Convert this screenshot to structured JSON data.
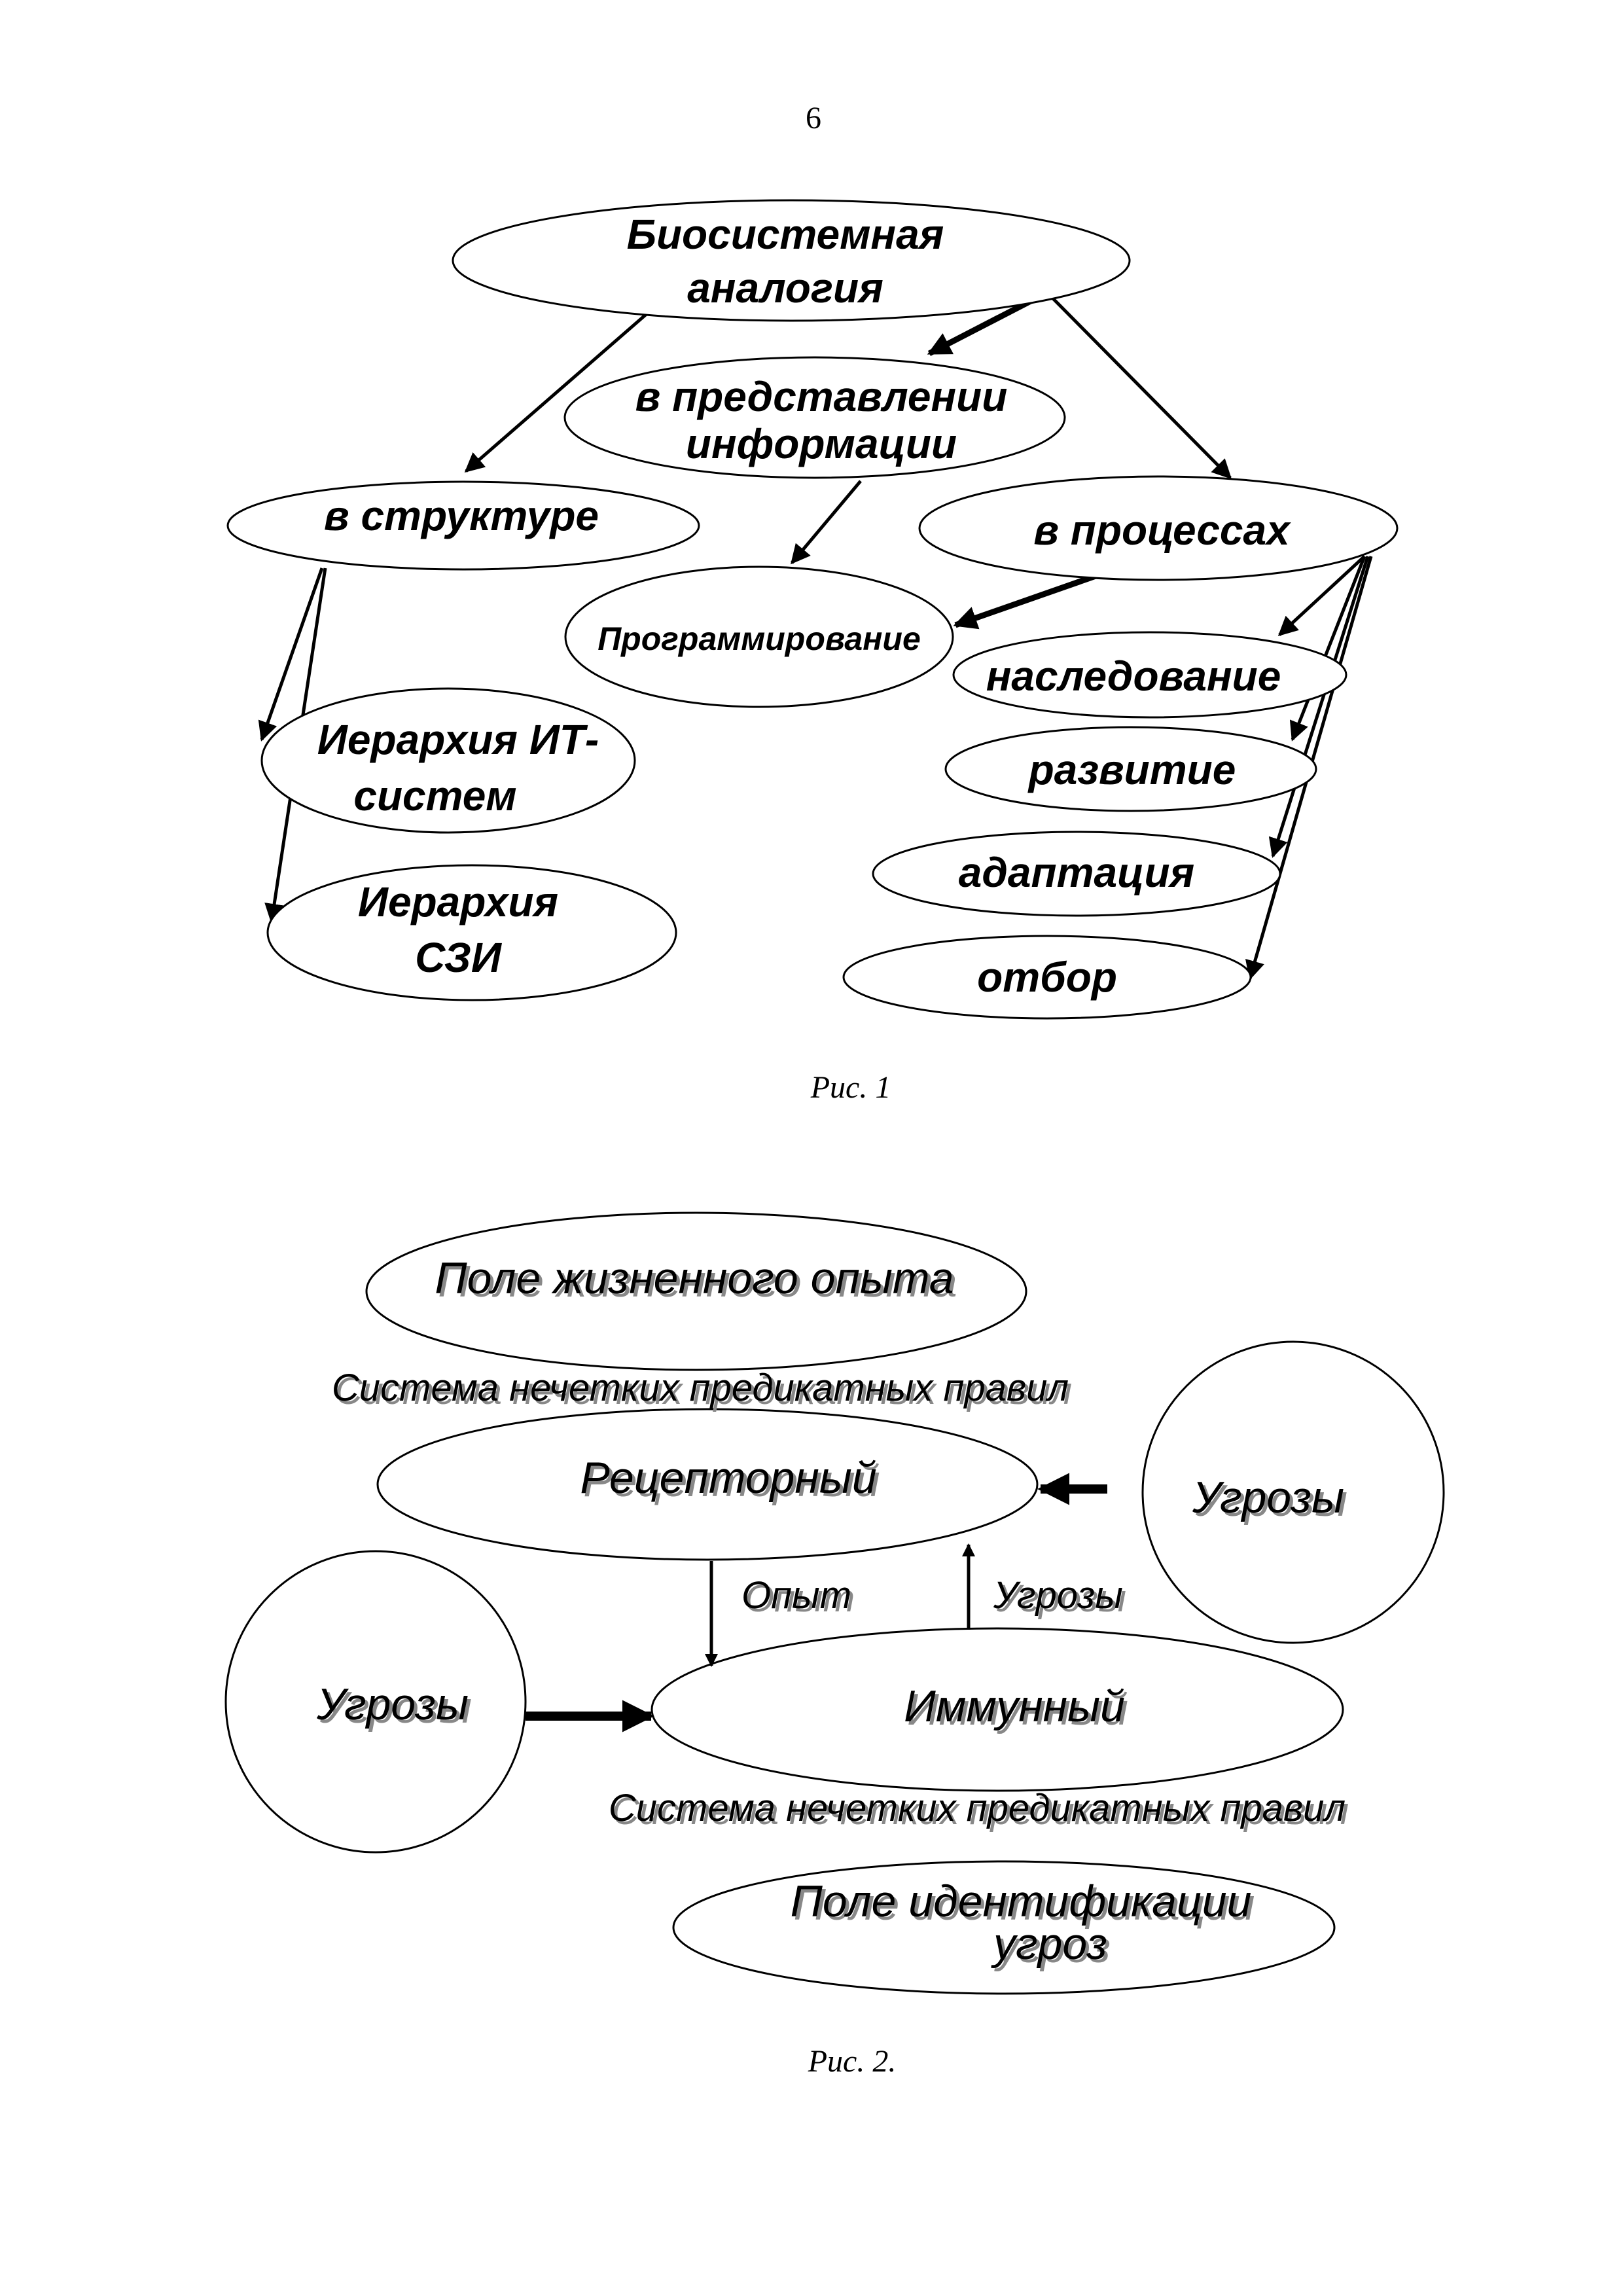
{
  "page": {
    "number": "6"
  },
  "figure1": {
    "caption": "Рис. 1",
    "root": {
      "line1": "Биосистемная",
      "line2": "аналогия"
    },
    "info": {
      "line1": "в представлении",
      "line2": "информации"
    },
    "structure": {
      "label": "в структуре"
    },
    "processes": {
      "label": "в процессах"
    },
    "programming": {
      "label": "Программирование"
    },
    "hier_it": {
      "line1": "Иерархия ИТ-",
      "line2": "систем"
    },
    "hier_szi": {
      "line1": "Иерархия",
      "line2": "СЗИ"
    },
    "inheritance": {
      "label": "наследование"
    },
    "development": {
      "label": "развитие"
    },
    "adaptation": {
      "label": "адаптация"
    },
    "selection": {
      "label": "отбор"
    }
  },
  "figure2": {
    "caption": "Рис. 2.",
    "experience_field": {
      "label": "Поле жизненного опыта"
    },
    "rules_top": "Система нечетких предикатных правил",
    "receptor": {
      "label": "Рецепторный"
    },
    "threats_right": {
      "label": "Угрозы"
    },
    "threats_left": {
      "label": "Угрозы"
    },
    "arrow_experience": "Опыт",
    "arrow_threats": "Угрозы",
    "immune": {
      "label": "Иммунный"
    },
    "rules_bottom": "Система нечетких предикатных правил",
    "identification_field": {
      "line1": "Поле идентификации",
      "line2": "угроз"
    }
  }
}
